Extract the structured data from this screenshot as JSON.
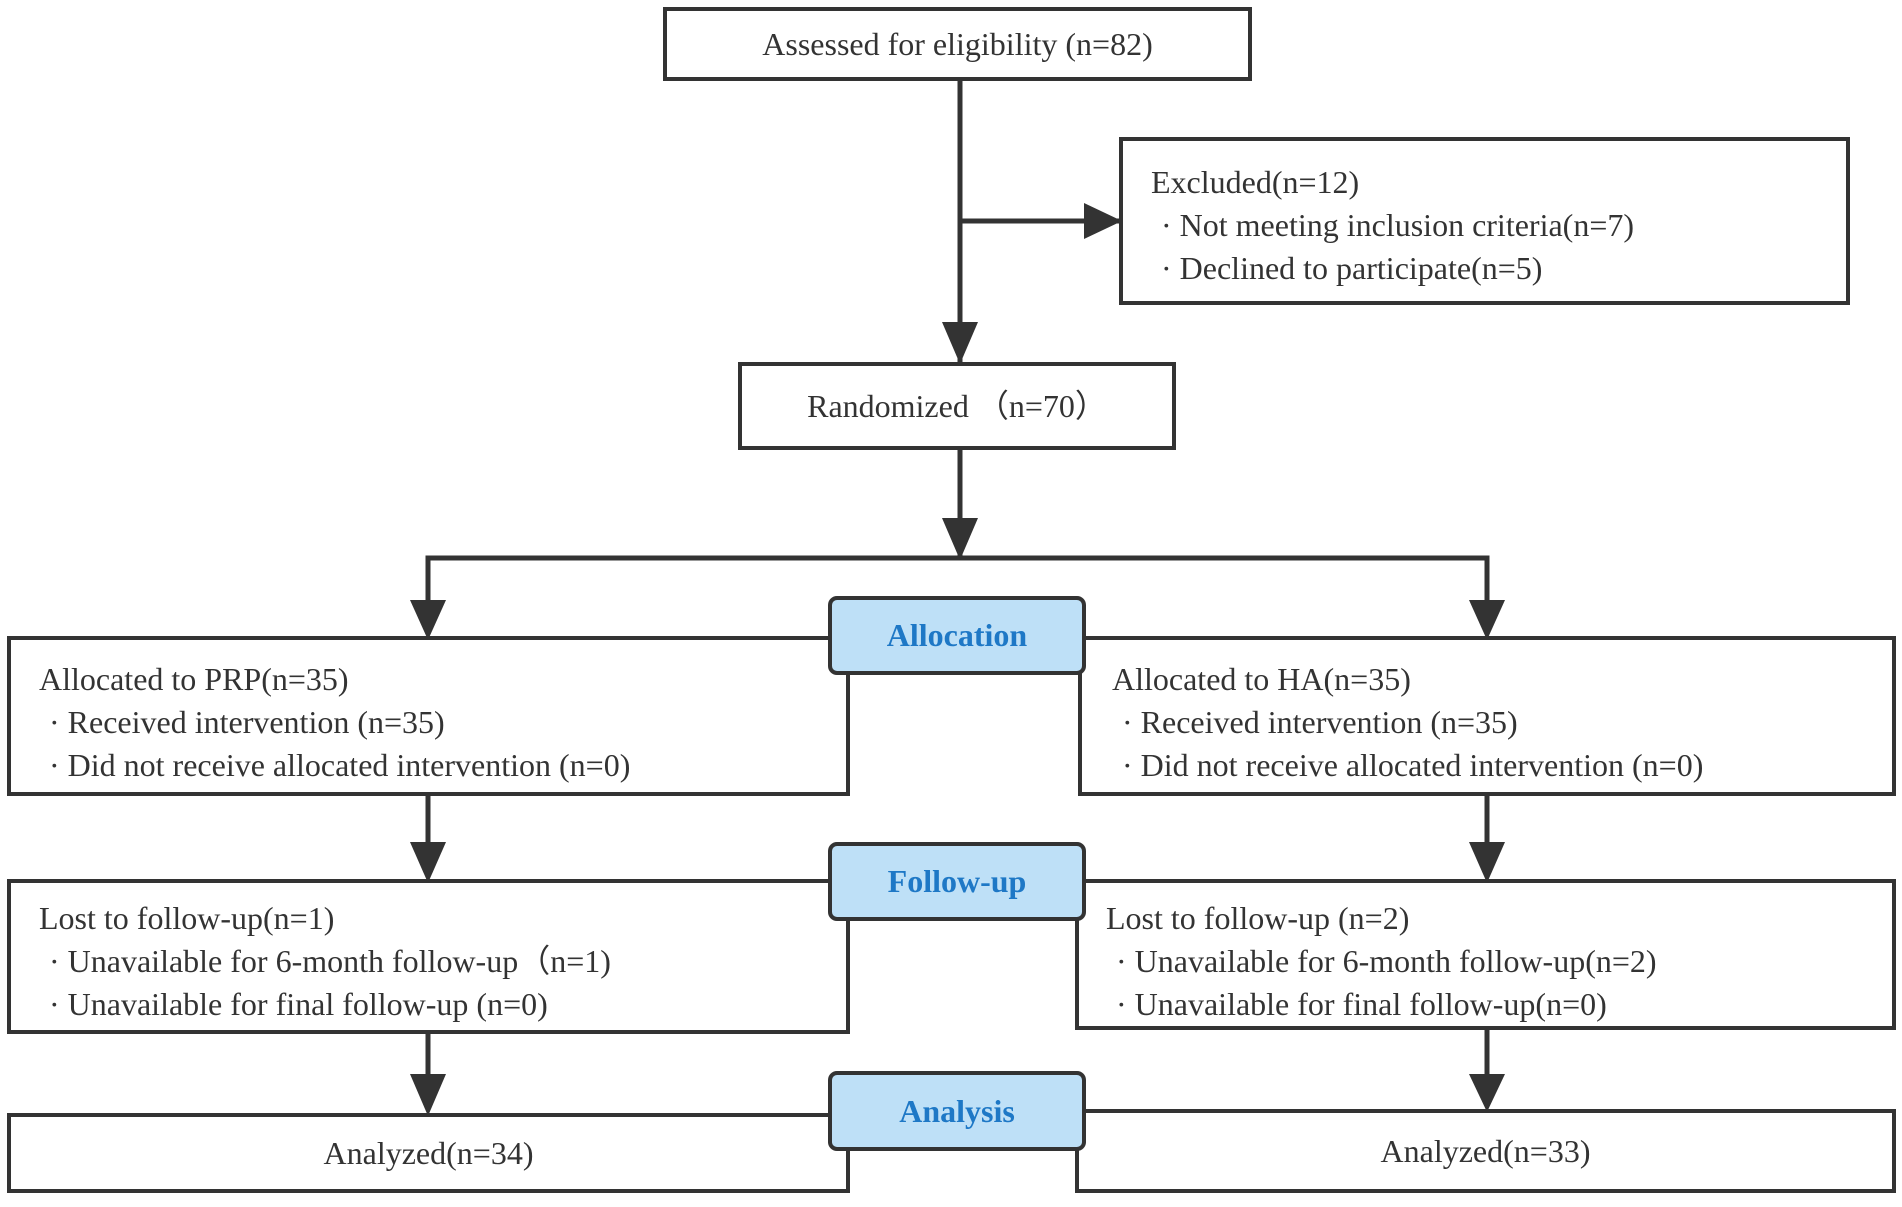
{
  "colors": {
    "stroke": "#333333",
    "stage_fill": "#bee0f7",
    "stage_text": "#1e78c6"
  },
  "assessed": {
    "label": "Assessed for eligibility (n=82)"
  },
  "excluded": {
    "title": "Excluded(n=12)",
    "items": [
      "· Not meeting inclusion criteria(n=7)",
      "· Declined to participate(n=5)"
    ]
  },
  "randomized": {
    "label": "Randomized （n=70）"
  },
  "stages": {
    "allocation": "Allocation",
    "followup": "Follow-up",
    "analysis": "Analysis"
  },
  "prp": {
    "allocated": {
      "title": "Allocated to PRP(n=35)",
      "items": [
        "· Received intervention (n=35)",
        "· Did not receive allocated intervention (n=0)"
      ]
    },
    "followup": {
      "title": "Lost to follow-up(n=1)",
      "items": [
        "· Unavailable for 6-month follow-up（n=1)",
        "· Unavailable for final follow-up (n=0)"
      ]
    },
    "analyzed": "Analyzed(n=34)"
  },
  "ha": {
    "allocated": {
      "title": "Allocated to HA(n=35)",
      "items": [
        "· Received intervention (n=35)",
        "· Did not receive allocated intervention (n=0)"
      ]
    },
    "followup": {
      "title": "Lost to follow-up (n=2)",
      "items": [
        "· Unavailable for 6-month follow-up(n=2)",
        "· Unavailable for final follow-up(n=0)"
      ]
    },
    "analyzed": "Analyzed(n=33)"
  }
}
